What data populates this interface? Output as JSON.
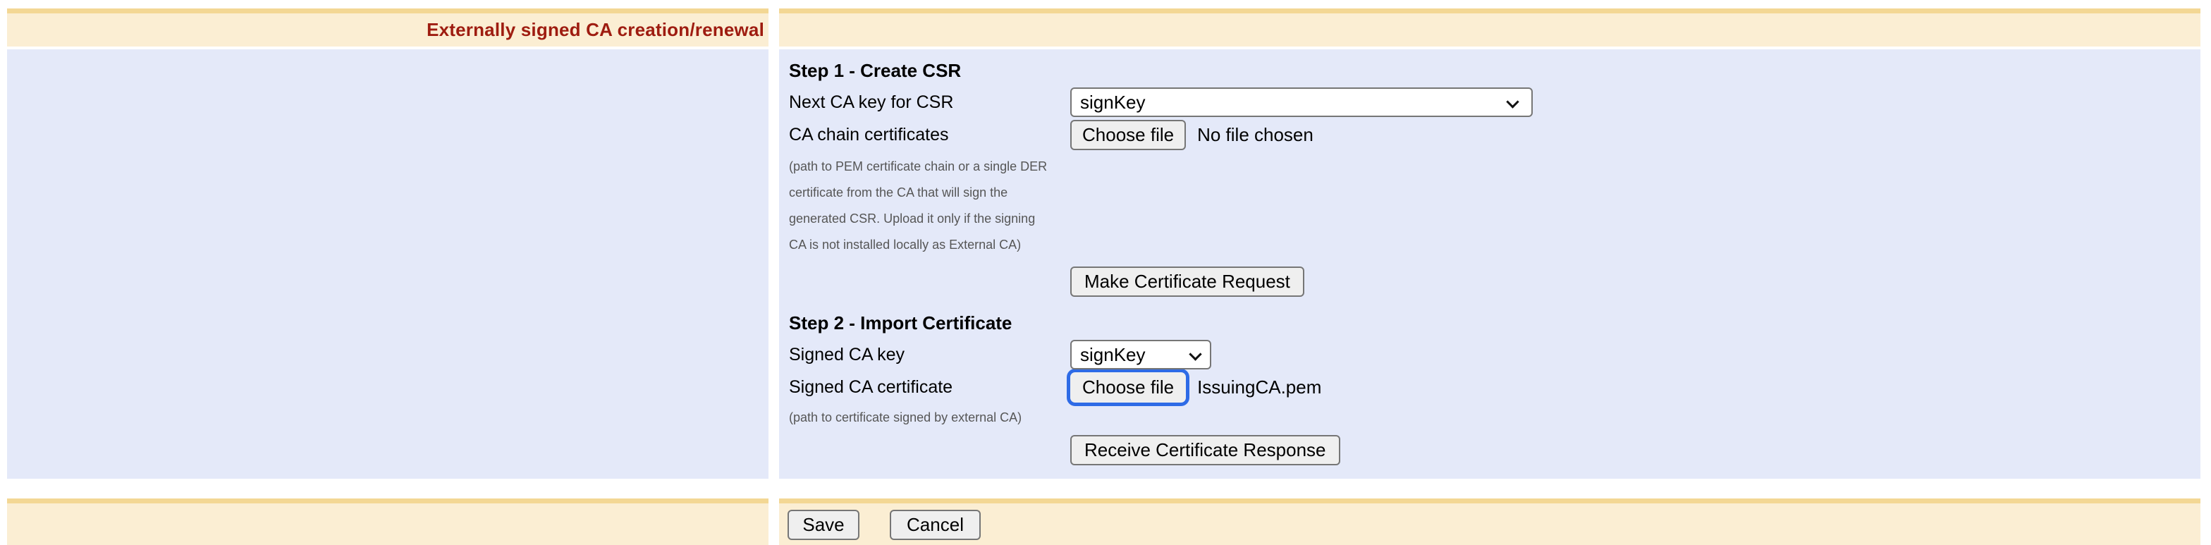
{
  "header": {
    "title": "Externally signed CA creation/renewal"
  },
  "step1": {
    "heading": "Step 1 - Create CSR",
    "next_key_label": "Next CA key for CSR",
    "next_key_value": "signKey",
    "chain_label": "CA chain certificates",
    "chain_choose_button": "Choose file",
    "chain_file_status": "No file chosen",
    "chain_help_lines": [
      "(path to PEM certificate chain or a single DER",
      "certificate from the CA that will sign the",
      "generated CSR. Upload it only if the signing",
      "CA is not installed locally as External CA)"
    ],
    "action_button": "Make Certificate Request"
  },
  "step2": {
    "heading": "Step 2 - Import Certificate",
    "signed_key_label": "Signed CA key",
    "signed_key_value": "signKey",
    "cert_label": "Signed CA certificate",
    "cert_choose_button": "Choose file",
    "cert_file_name": "IssuingCA.pem",
    "cert_help": "(path to certificate signed by external CA)",
    "action_button": "Receive Certificate Response"
  },
  "footer": {
    "save_label": "Save",
    "cancel_label": "Cancel"
  },
  "colors": {
    "header_band": "#fbeed3",
    "header_band_border": "#f3d794",
    "body_band": "#e4e9f9",
    "title_red": "#9e1c10",
    "focus_ring_blue": "#2e6be6"
  }
}
